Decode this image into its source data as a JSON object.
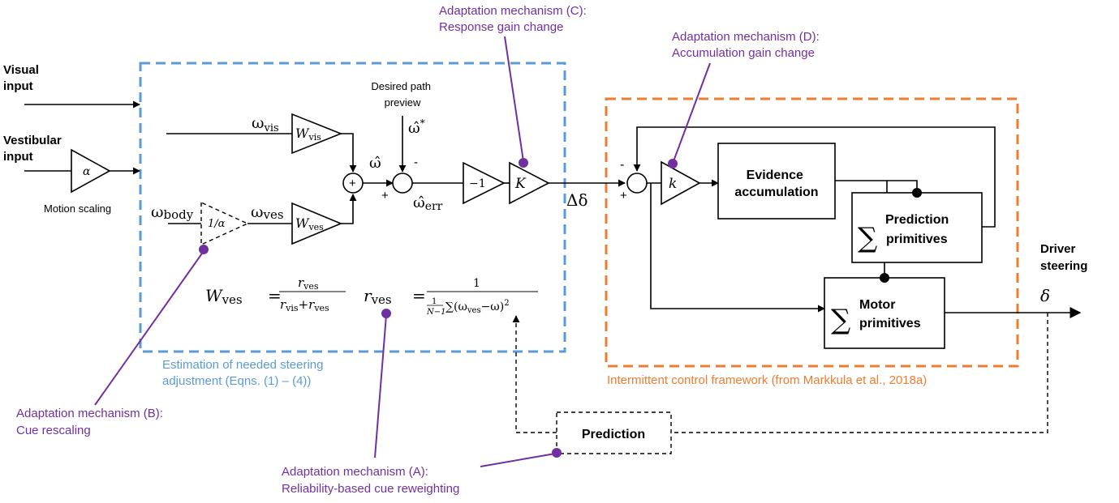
{
  "colors": {
    "purple": "#7030a0",
    "blue": "#5b9bd5",
    "orange": "#ed7d31",
    "black": "#000000"
  },
  "inputs": {
    "visual": [
      "Visual",
      "input"
    ],
    "vestibular": [
      "Vestibular",
      "input"
    ]
  },
  "motion_scaling": {
    "label": "Motion scaling",
    "gain": "α",
    "inverse_gain": "1/α"
  },
  "signals": {
    "omega_vis": "ω",
    "omega_vis_sub": "vis",
    "omega_body": "ω",
    "omega_body_sub": "body",
    "omega_ves": "ω",
    "omega_ves_sub": "ves",
    "omega_hat": "ω̂",
    "omega_star": "ω̂",
    "omega_star_sup": "*",
    "omega_err": "ω̂",
    "omega_err_sub": "err",
    "delta_delta": "Δδ",
    "delta": "δ"
  },
  "weights": {
    "w": "W",
    "vis_sub": "vis",
    "ves_sub": "ves"
  },
  "desired_path": [
    "Desired path",
    "preview"
  ],
  "gains": {
    "neg_one": "−1",
    "K": "K",
    "k": "k"
  },
  "signs": {
    "plus": "+",
    "minus": "-"
  },
  "equations": {
    "w_ves_lhs": "W",
    "w_ves_lhs_sub": "ves",
    "eq": "=",
    "w_num": "r",
    "w_num_sub": "ves",
    "w_den_a": "r",
    "w_den_a_sub": "vis",
    "w_den_plus": "+",
    "w_den_b": "r",
    "w_den_b_sub": "ves",
    "r_ves_lhs": "r",
    "r_ves_lhs_sub": "ves",
    "r_num": "1",
    "r_den_frac_num": "1",
    "r_den_frac_den": "N−1",
    "r_den_sum": "∑(ω",
    "r_den_sum_sub": "ves",
    "r_den_sum_tail": "−ω)",
    "r_den_sq": "2"
  },
  "blocks": {
    "evidence": [
      "Evidence",
      "accumulation"
    ],
    "sigma": "∑",
    "prediction_primitives": [
      "Prediction",
      "primitives"
    ],
    "motor_primitives": [
      "Motor",
      "primitives"
    ],
    "prediction": "Prediction"
  },
  "outputs": {
    "driver_steering": [
      "Driver",
      "steering"
    ]
  },
  "frames": {
    "estimation": [
      "Estimation of needed steering",
      "adjustment (Eqns. (1) – (4))"
    ],
    "intermittent": "Intermittent control framework (from Markkula et al., 2018a)"
  },
  "adaptations": {
    "A": [
      "Adaptation mechanism (A):",
      "Reliability-based cue reweighting"
    ],
    "B": [
      "Adaptation mechanism (B):",
      "Cue rescaling"
    ],
    "C": [
      "Adaptation mechanism (C):",
      "Response gain change"
    ],
    "D": [
      "Adaptation mechanism (D):",
      "Accumulation gain change"
    ]
  }
}
